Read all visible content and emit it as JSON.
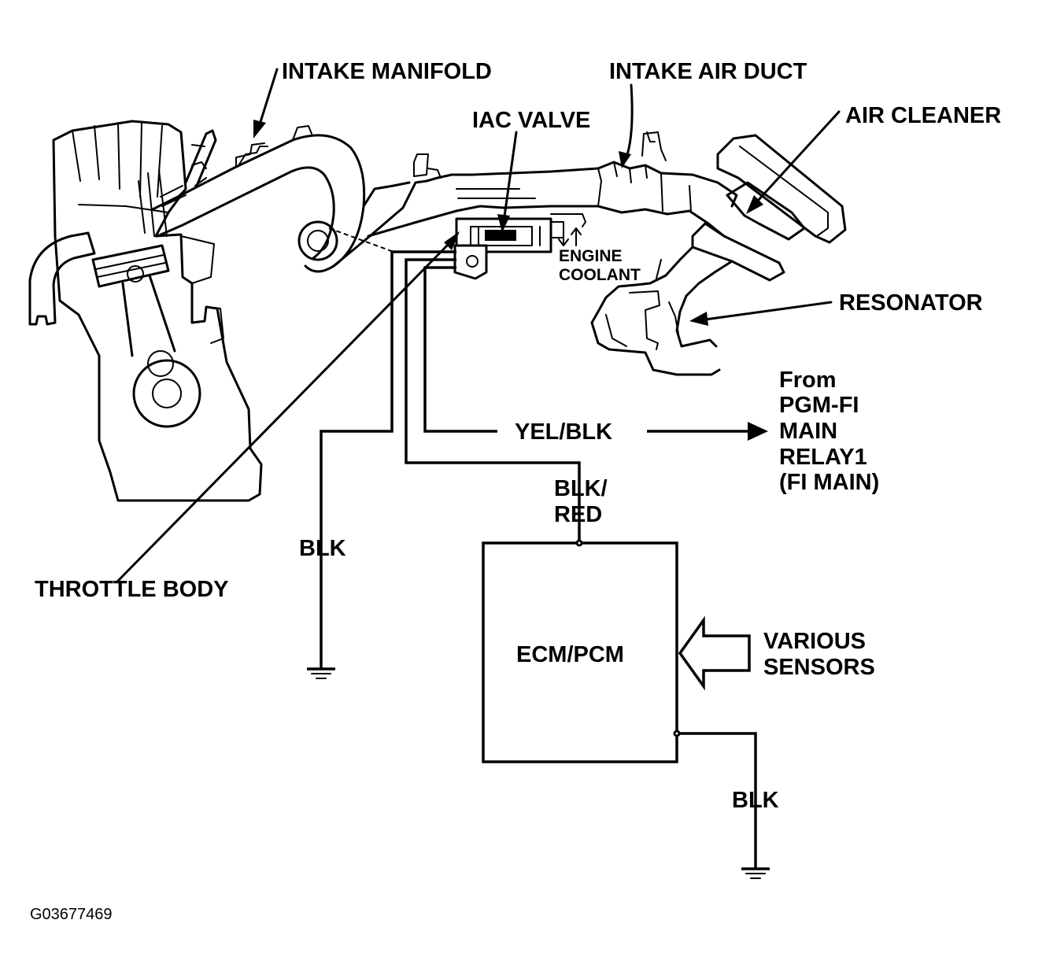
{
  "labels": {
    "intake_manifold": "INTAKE MANIFOLD",
    "intake_air_duct": "INTAKE AIR DUCT",
    "iac_valve": "IAC VALVE",
    "air_cleaner": "AIR CLEANER",
    "engine": "ENGINE",
    "coolant": "COOLANT",
    "resonator": "RESONATOR",
    "from": "From",
    "pgm_fi": "PGM-FI",
    "main": "MAIN",
    "relay1": "RELAY1",
    "fi_main": "(FI MAIN)",
    "yel_blk": "YEL/BLK",
    "blk_slash": "BLK/",
    "red": "RED",
    "blk_ground_left": "BLK",
    "blk_ground_right": "BLK",
    "throttle_body": "THROTTLE BODY",
    "ecm_pcm": "ECM/PCM",
    "various": "VARIOUS",
    "sensors": "SENSORS",
    "figure_id": "G03677469"
  },
  "colors": {
    "ink": "#000000",
    "paper": "#ffffff"
  }
}
